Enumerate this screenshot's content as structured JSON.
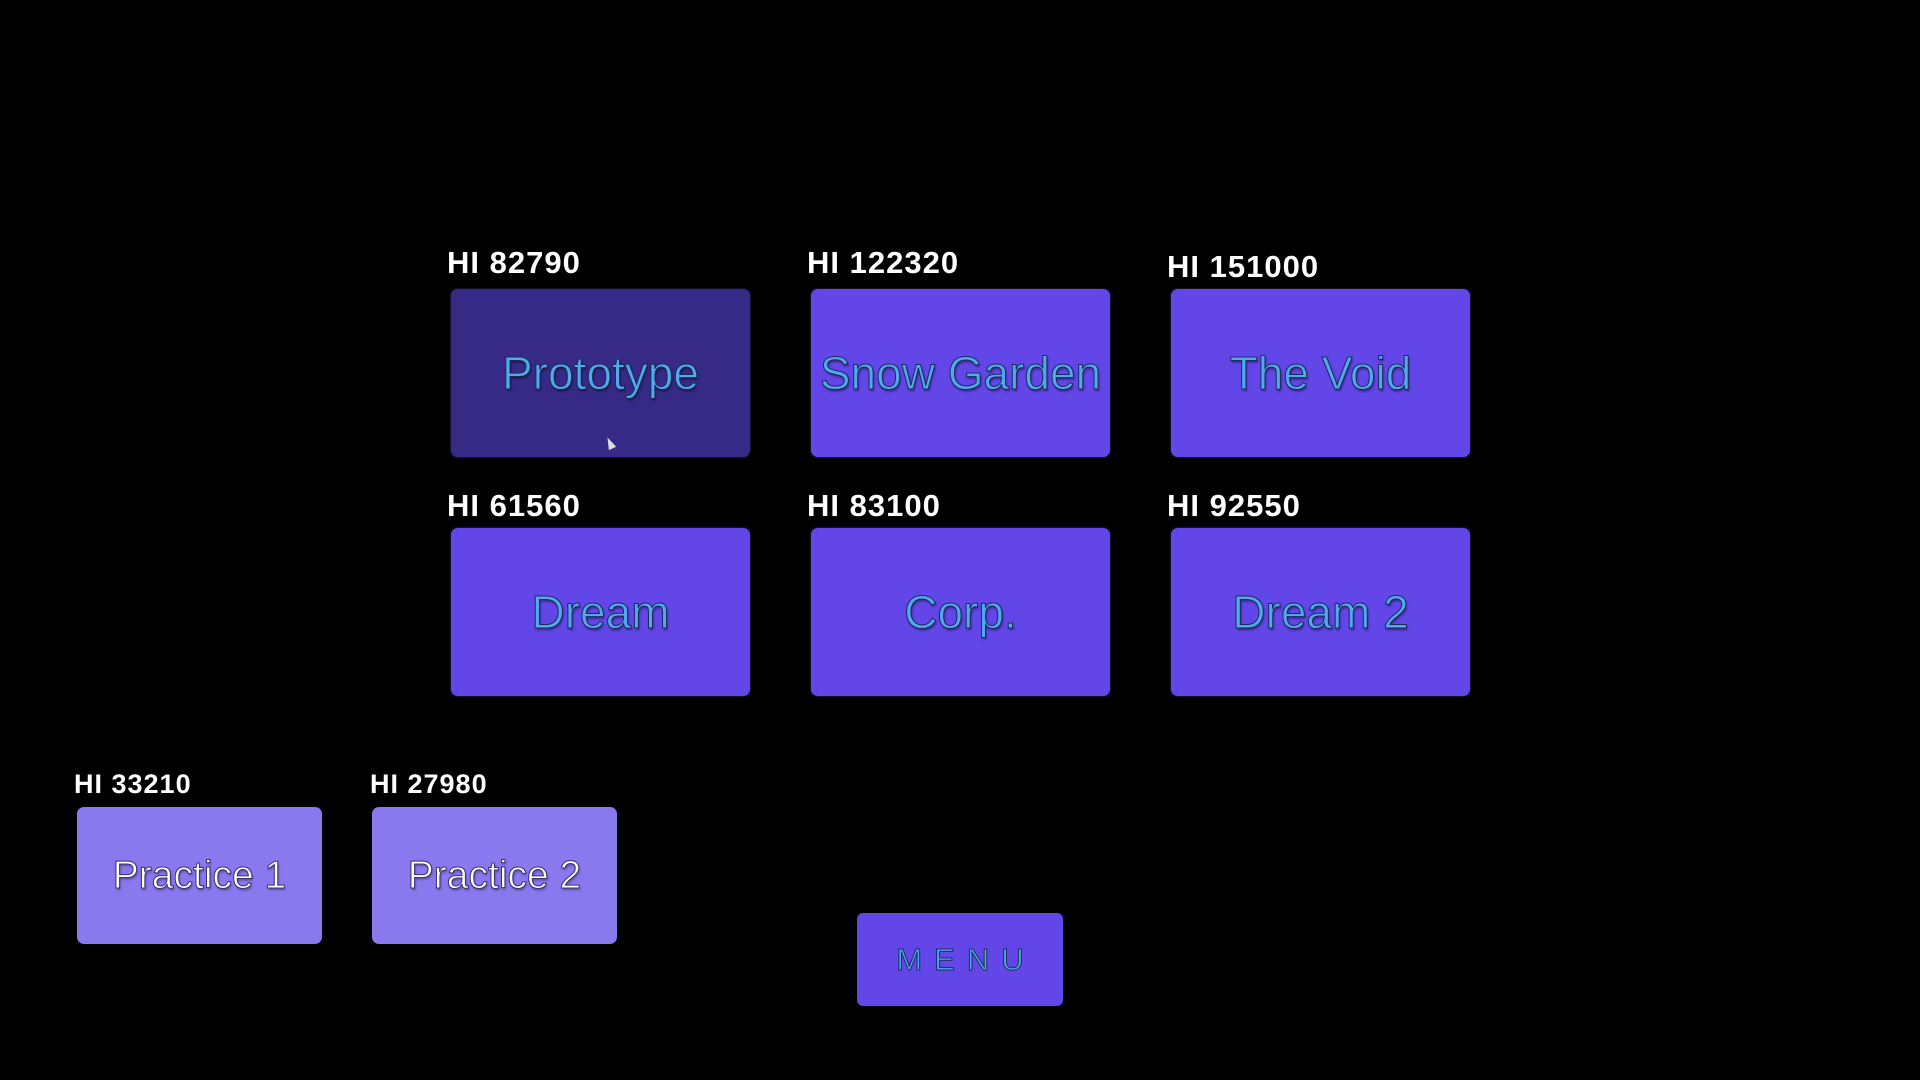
{
  "levels": [
    {
      "name": "Prototype",
      "hi": "HI 82790",
      "selected": true
    },
    {
      "name": "Snow Garden",
      "hi": "HI 122320"
    },
    {
      "name": "The Void",
      "hi": "HI 151000"
    },
    {
      "name": "Dream",
      "hi": "HI 61560"
    },
    {
      "name": "Corp.",
      "hi": "HI 83100"
    },
    {
      "name": "Dream 2",
      "hi": "HI 92550"
    }
  ],
  "practice": [
    {
      "name": "Practice 1",
      "hi": "HI 33210"
    },
    {
      "name": "Practice 2",
      "hi": "HI 27980"
    }
  ],
  "menu_label": "MENU",
  "colors": {
    "button": "#6246e8",
    "selected": "#372a86",
    "practice": "#8a78ee",
    "text": "#4fa9ec"
  }
}
